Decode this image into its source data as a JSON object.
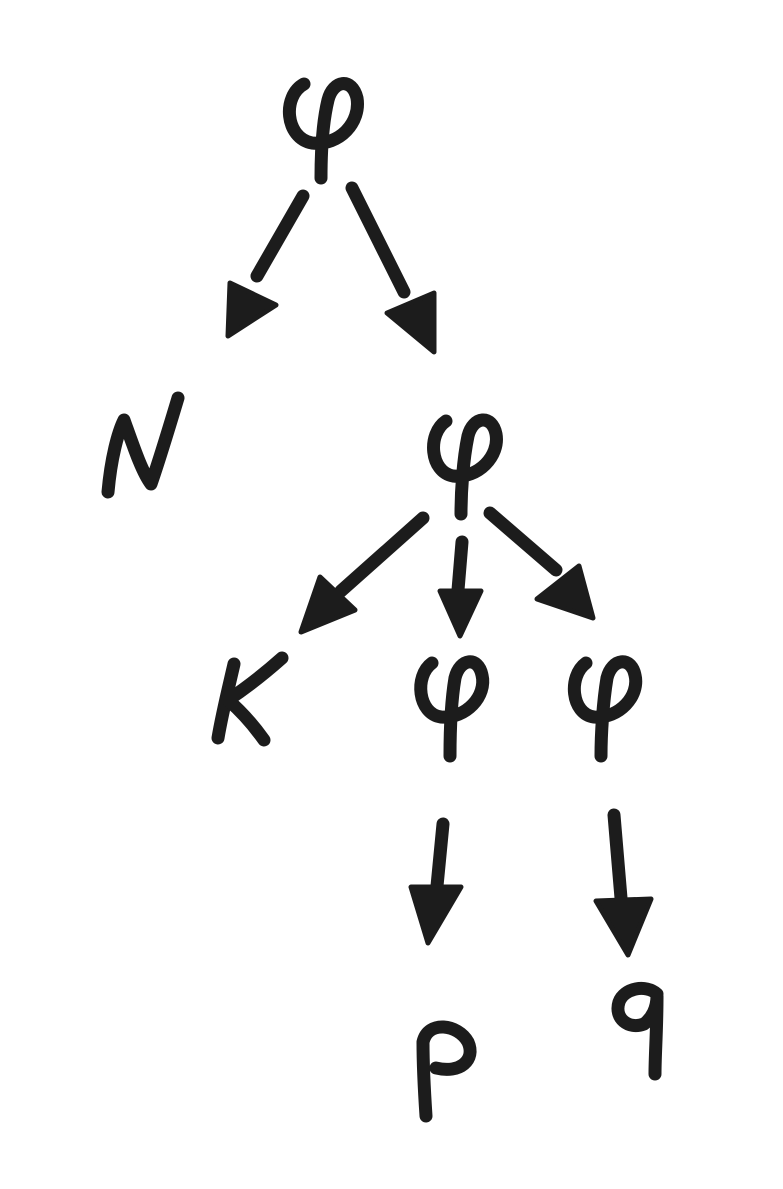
{
  "diagram": {
    "type": "tree",
    "nodes": [
      {
        "id": "root",
        "label": "φ"
      },
      {
        "id": "n",
        "label": "N"
      },
      {
        "id": "phi2",
        "label": "φ"
      },
      {
        "id": "k",
        "label": "K"
      },
      {
        "id": "phi3",
        "label": "φ"
      },
      {
        "id": "phi4",
        "label": "φ"
      },
      {
        "id": "p",
        "label": "p"
      },
      {
        "id": "q",
        "label": "q"
      }
    ],
    "edges": [
      {
        "from": "root",
        "to": "n"
      },
      {
        "from": "root",
        "to": "phi2"
      },
      {
        "from": "phi2",
        "to": "k"
      },
      {
        "from": "phi2",
        "to": "phi3"
      },
      {
        "from": "phi2",
        "to": "phi4"
      },
      {
        "from": "phi3",
        "to": "p"
      },
      {
        "from": "phi4",
        "to": "q"
      }
    ],
    "colors": {
      "ink": "#1c1c1c",
      "background": "#ffffff"
    }
  }
}
